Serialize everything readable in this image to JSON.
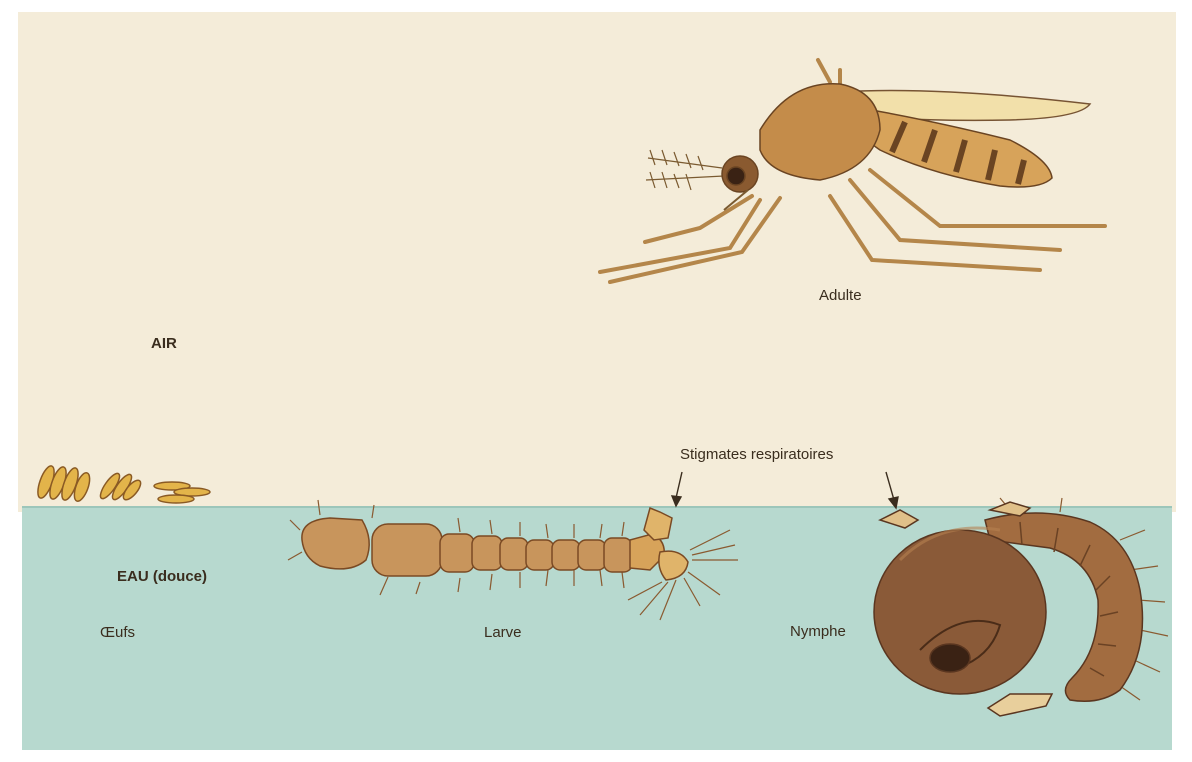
{
  "labels": {
    "adulte": "Adulte",
    "air": "AIR",
    "stigmates": "Stigmates respiratoires",
    "eau": "EAU (douce)",
    "oeufs": "Œufs",
    "larve": "Larve",
    "nymphe": "Nymphe"
  },
  "colors": {
    "air_background": "#f4ecd9",
    "water": "#b7d9cf",
    "insect_tan": "#d7a35a",
    "insect_dark": "#7a4a24",
    "nymph_brown": "#8a5a38",
    "egg_yellow": "#e3b44a"
  }
}
